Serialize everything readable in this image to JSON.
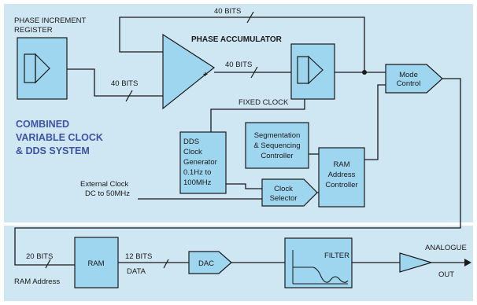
{
  "colors": {
    "background": "#cfe6f3",
    "block_fill": "#9fd6ef",
    "outline": "#1a1a1a",
    "title": "#3f53a6"
  },
  "title_lines": [
    "COMBINED",
    "VARIABLE CLOCK",
    "& DDS SYSTEM"
  ],
  "phase_increment_register": [
    "PHASE INCREMENT",
    "REGISTER"
  ],
  "phase_accumulator_label": "PHASE ACCUMULATOR",
  "adder_plus": "+",
  "feedback_bits": "40 BITS",
  "adder_out_bits": "40 BITS",
  "register_out_bits": "40 BITS",
  "fixed_clock": "FIXED CLOCK",
  "mode_control": [
    "Mode",
    "Control"
  ],
  "segmentation_controller": [
    "Segmentation",
    "& Sequencing",
    "Controller"
  ],
  "dds_clock_generator": [
    "DDS",
    "Clock",
    "Generator",
    "0.1Hz to",
    "100MHz"
  ],
  "ram_address_controller": [
    "RAM",
    "Address",
    "Controller"
  ],
  "external_clock": [
    "External Clock",
    "DC to 50MHz"
  ],
  "clock_selector": [
    "Clock",
    "Selector"
  ],
  "ram_address_bits": "20 BITS",
  "ram_address_label": "RAM Address",
  "ram": "RAM",
  "data_bits": "12 BITS",
  "data_label": "DATA",
  "dac": "DAC",
  "filter": "FILTER",
  "output_label": [
    "ANALOGUE",
    "OUT"
  ]
}
